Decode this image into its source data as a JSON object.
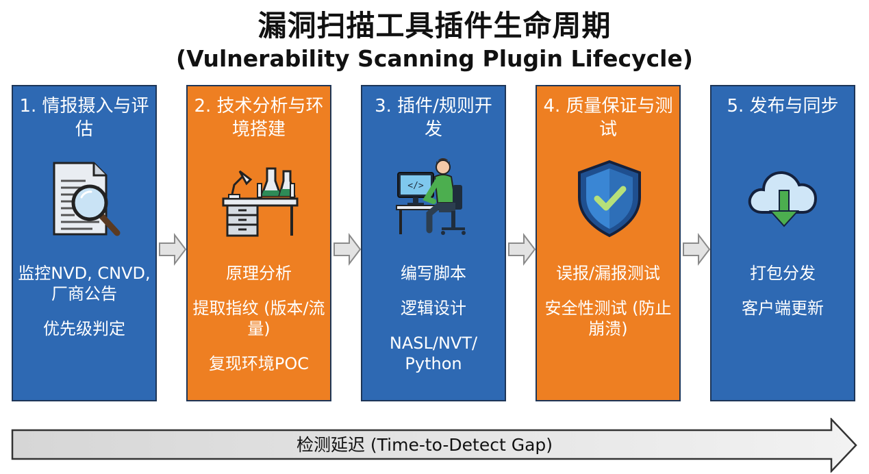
{
  "title": {
    "zh": "漏洞扫描工具插件生命周期",
    "en": "(Vulnerability Scanning Plugin Lifecycle)"
  },
  "stages": [
    {
      "title": "1. 情报摄入与评估",
      "icon": "document-magnifier-icon",
      "color": "#2e69b3",
      "items": [
        "监控NVD, CNVD, 厂商公告",
        "优先级判定"
      ]
    },
    {
      "title": "2. 技术分析与环境搭建",
      "icon": "lab-desk-icon",
      "color": "#ee7f22",
      "items": [
        "原理分析",
        "提取指纹 (版本/流量)",
        "复现环境POC"
      ]
    },
    {
      "title": "3. 插件/规则开发",
      "icon": "developer-at-computer-icon",
      "color": "#2e69b3",
      "items": [
        "编写脚本",
        "逻辑设计",
        "NASL/NVT/ Python"
      ]
    },
    {
      "title": "4. 质量保证与测试",
      "icon": "shield-check-icon",
      "color": "#ee7f22",
      "items": [
        "误报/漏报测试",
        "安全性测试 (防止崩溃)"
      ]
    },
    {
      "title": "5. 发布与同步",
      "icon": "cloud-download-icon",
      "color": "#2e69b3",
      "items": [
        "打包分发",
        "客户端更新"
      ]
    }
  ],
  "timeline": {
    "label": "检测延迟 (Time-to-Detect Gap)"
  }
}
